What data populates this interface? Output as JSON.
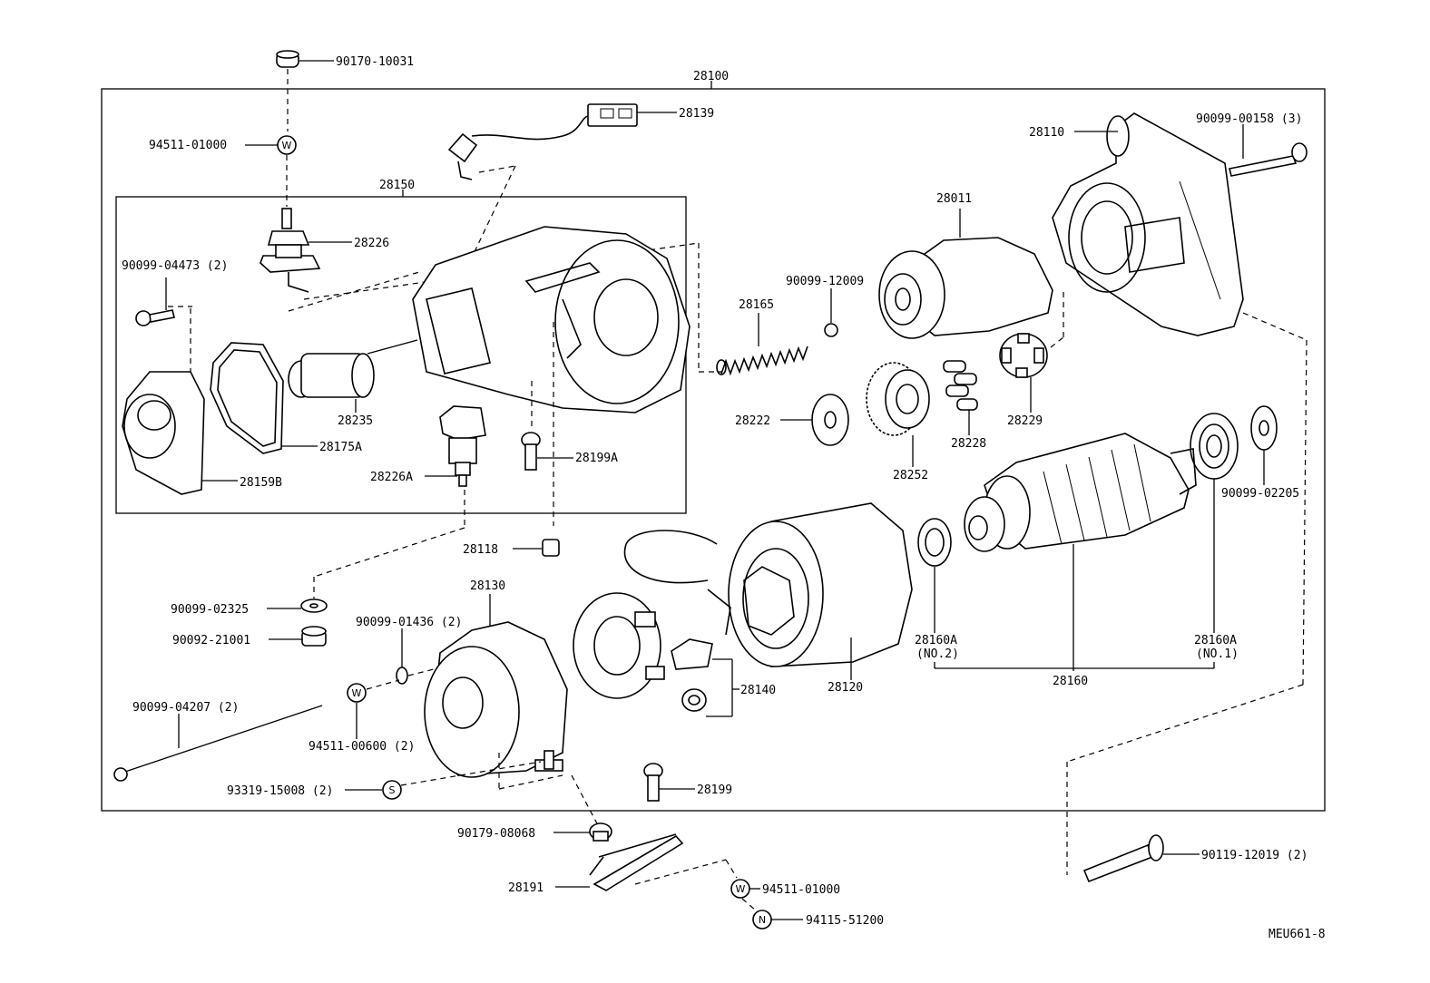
{
  "diagram_code": "MEU661-8",
  "assembly": "28100",
  "sub_assembly": "28150",
  "labels": {
    "p90170_10031": "90170-10031",
    "p94511_01000_top": "94511-01000",
    "p28139": "28139",
    "p28150": "28150",
    "p28226": "28226",
    "p90099_04473": "90099-04473 (2)",
    "p28235": "28235",
    "p28175A": "28175A",
    "p28159B": "28159B",
    "p28226A": "28226A",
    "p28199A": "28199A",
    "p28118": "28118",
    "p28110": "28110",
    "p90099_00158": "90099-00158 (3)",
    "p28011": "28011",
    "p90099_12009": "90099-12009",
    "p28165": "28165",
    "p28222": "28222",
    "p28252": "28252",
    "p28228": "28228",
    "p28229": "28229",
    "p90099_02205": "90099-02205",
    "p28160A_no2": "28160A",
    "p28160A_no2_note": "(NO.2)",
    "p28160A_no1": "28160A",
    "p28160A_no1_note": "(NO.1)",
    "p28160": "28160",
    "p28120": "28120",
    "p28130": "28130",
    "p28140": "28140",
    "p90099_02325": "90099-02325",
    "p90092_21001": "90092-21001",
    "p90099_01436": "90099-01436 (2)",
    "p90099_04207": "90099-04207 (2)",
    "p94511_00600": "94511-00600 (2)",
    "p93319_15008": "93319-15008 (2)",
    "p28199": "28199",
    "p90179_08068": "90179-08068",
    "p28191": "28191",
    "p94511_01000_bottom": "94511-01000",
    "p94115_51200": "94115-51200",
    "p90119_12019": "90119-12019 (2)"
  },
  "symbols": {
    "washer_w": "W",
    "washer_s": "S",
    "nut_n": "N"
  },
  "icons": [
    "starter-solenoid-icon",
    "starter-armature-icon",
    "starter-housing-icon"
  ]
}
